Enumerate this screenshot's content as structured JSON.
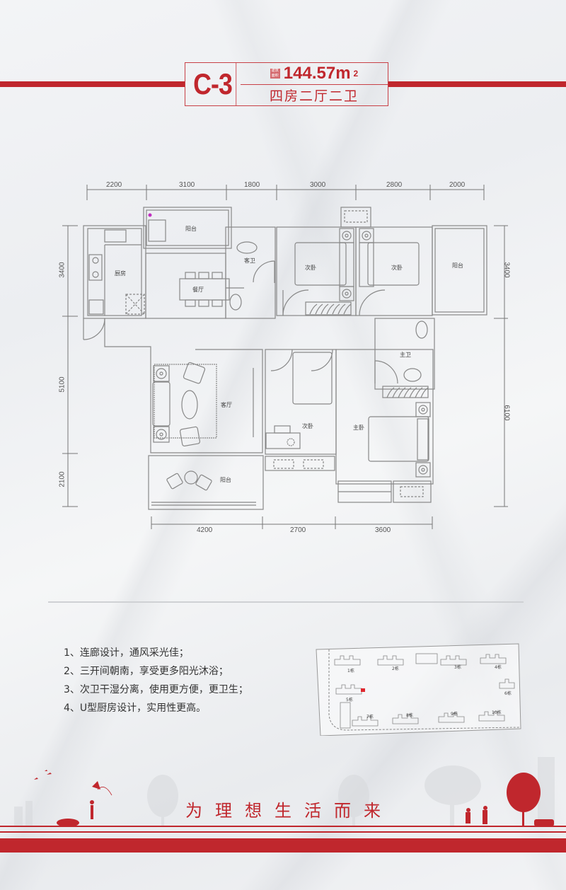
{
  "header": {
    "unit_code": "C-3",
    "area_badge": "建筑面积",
    "area_value": "144.57m",
    "area_unit_sup": "2",
    "layout_type": "四房二厅二卫"
  },
  "floor_plan": {
    "dimensions_top": [
      "2200",
      "3100",
      "1800",
      "3000",
      "2800",
      "2000"
    ],
    "dimensions_bottom": [
      "4200",
      "2700",
      "3600"
    ],
    "dimensions_left": [
      "3400",
      "5100",
      "2100"
    ],
    "dimensions_right": [
      "3400",
      "6100"
    ],
    "rooms": {
      "balcony_north": "阳台",
      "kitchen": "厨房",
      "dining": "餐厅",
      "guest_bath": "客卫",
      "bedroom_2a": "次卧",
      "bedroom_2b": "次卧",
      "balcony_east": "阳台",
      "master_bath": "主卫",
      "living": "客厅",
      "bedroom_2c": "次卧",
      "master_bedroom": "主卧",
      "balcony_south": "阳台"
    }
  },
  "features": [
    "1、连廊设计，通风采光佳；",
    "2、三开间朝南，享受更多阳光沐浴；",
    "3、次卫干湿分离，使用更方便，更卫生；",
    "4、U型厨房设计，实用性更高。"
  ],
  "site_map": {
    "buildings": [
      "1栋",
      "2栋",
      "3栋",
      "4栋",
      "5栋",
      "6栋",
      "7栋",
      "8栋",
      "9栋",
      "10栋"
    ],
    "highlight_color": "#e0262e"
  },
  "footer": {
    "slogan": "为理想生活而来"
  },
  "colors": {
    "brand_red": "#c0272d"
  }
}
